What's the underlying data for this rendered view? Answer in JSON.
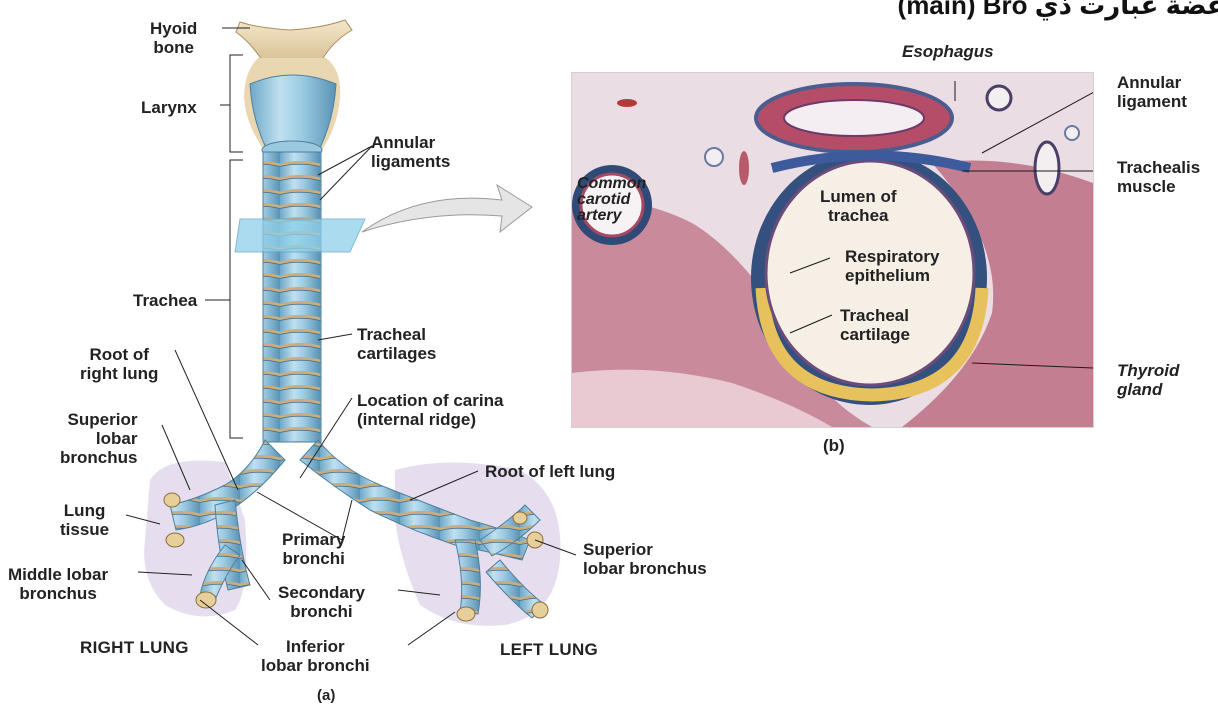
{
  "heading": "(main) Bro غضة عبارت ذي.",
  "panel_a": {
    "caption": "(a)",
    "labels": {
      "hyoid_bone": "Hyoid\nbone",
      "larynx": "Larynx",
      "annular_ligaments": "Annular\nligaments",
      "trachea": "Trachea",
      "tracheal_cartilages": "Tracheal\ncartilages",
      "root_right_lung": "Root of\nright lung",
      "location_carina": "Location of carina\n(internal ridge)",
      "superior_lobar_bronchus_right": "Superior\nlobar\nbronchus",
      "root_left_lung": "Root of left lung",
      "lung_tissue": "Lung\ntissue",
      "primary_bronchi": "Primary\nbronchi",
      "superior_lobar_bronchus_left": "Superior\nlobar bronchus",
      "middle_lobar_bronchus": "Middle lobar\nbronchus",
      "secondary_bronchi": "Secondary\nbronchi",
      "right_lung": "RIGHT LUNG",
      "inferior_lobar_bronchi": "Inferior\nlobar bronchi",
      "left_lung": "LEFT LUNG"
    }
  },
  "panel_b": {
    "caption": "(b)",
    "labels": {
      "esophagus": "Esophagus",
      "annular_ligament": "Annular\nligament",
      "common_carotid_artery": "Common\ncarotid\nartery",
      "lumen_of_trachea": "Lumen of\ntrachea",
      "trachealis_muscle": "Trachealis\nmuscle",
      "respiratory_epithelium": "Respiratory\nepithelium",
      "tracheal_cartilage": "Tracheal\ncartilage",
      "thyroid_gland": "Thyroid\ngland"
    }
  }
}
